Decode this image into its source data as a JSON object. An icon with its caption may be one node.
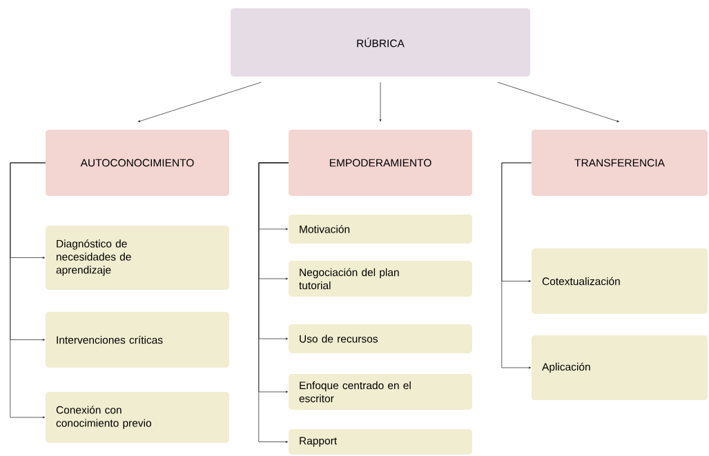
{
  "diagram": {
    "nodes": [
      {
        "text": [
          "RÚBRICA"
        ]
      },
      {
        "text": [
          "AUTOCONOCIMIENTO"
        ]
      },
      {
        "text": [
          "EMPODERAMIENTO"
        ]
      },
      {
        "text": [
          "TRANSFERENCIA"
        ]
      },
      {
        "text": [
          "Diagnóstico de necesidades de aprendizaje"
        ]
      },
      {
        "text": [
          "Intervenciones críticas"
        ]
      },
      {
        "text": [
          "Conexión con conocimiento previo"
        ]
      },
      {
        "text": [
          "Motivación"
        ]
      },
      {
        "text": [
          "Negociación del plan tutorial"
        ]
      },
      {
        "text": [
          "Uso de recursos"
        ]
      },
      {
        "text": [
          "Enfoque centrado en el escritor"
        ]
      },
      {
        "text": [
          "Rapport"
        ]
      },
      {
        "text": [
          "Cotextualización"
        ]
      },
      {
        "text": [
          "Aplicación"
        ]
      }
    ],
    "edges": [
      {
        "from": 0,
        "to": 1,
        "arrow": "to"
      },
      {
        "from": 0,
        "to": 2,
        "arrow": "to"
      },
      {
        "from": 0,
        "to": 3,
        "arrow": "to"
      },
      {
        "from": 1,
        "to": 4,
        "arrow": "to"
      },
      {
        "from": 1,
        "to": 5,
        "arrow": "to"
      },
      {
        "from": 1,
        "to": 6,
        "arrow": "to"
      },
      {
        "from": 2,
        "to": 7,
        "arrow": "to"
      },
      {
        "from": 2,
        "to": 8,
        "arrow": "to"
      },
      {
        "from": 2,
        "to": 9,
        "arrow": "to"
      },
      {
        "from": 2,
        "to": 10,
        "arrow": "to"
      },
      {
        "from": 2,
        "to": 11,
        "arrow": "to"
      },
      {
        "from": 3,
        "to": 12,
        "arrow": "to"
      },
      {
        "from": 3,
        "to": 13,
        "arrow": "to"
      }
    ]
  }
}
